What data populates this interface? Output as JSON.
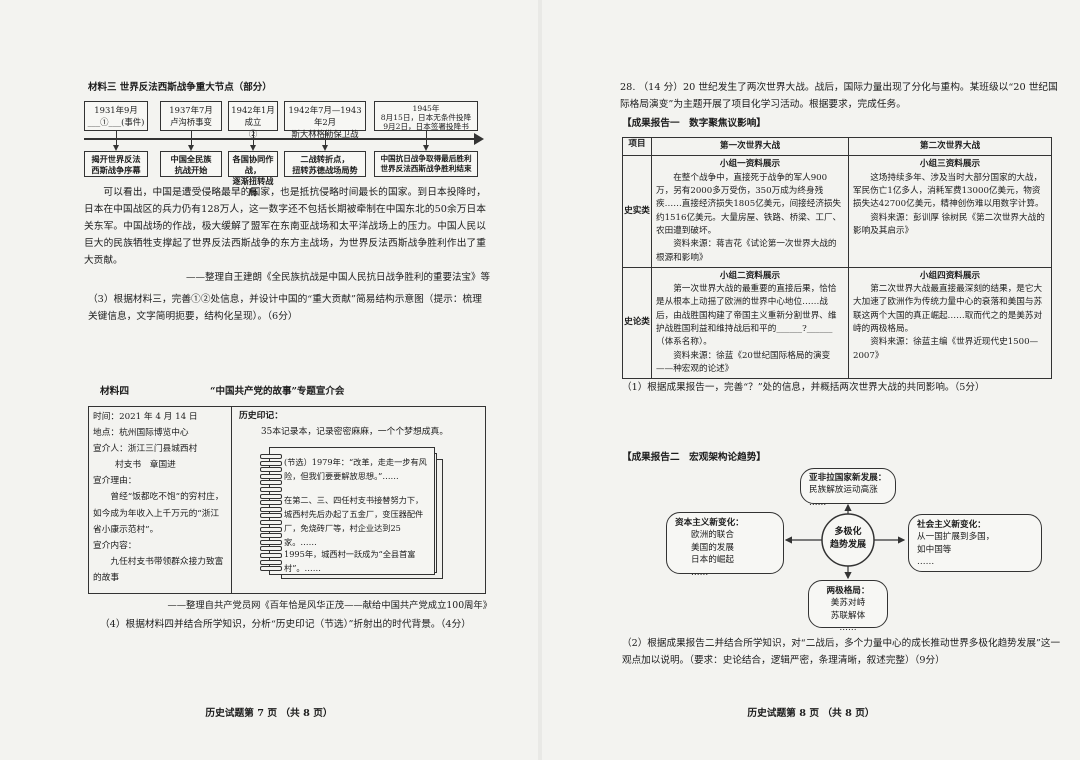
{
  "left_page": {
    "material3": {
      "title": "材料三  世界反法西斯战争重大节点（部分）",
      "timeline_top": [
        "1931年9月\n___①___(事件)",
        "1937年7月\n卢沟桥事变",
        "1942年1月\n成立___②___",
        "1942年7月—1943年2月\n斯大林格勒保卫战",
        "1945年\n8月15日，日本无条件投降\n9月2日，日本签署投降书"
      ],
      "timeline_bottom": [
        "揭开世界反法\n西斯战争序幕",
        "中国全民族\n抗战开始",
        "各国协同作战，\n逐渐扭转战局",
        "二战转折点，\n扭转苏德战场局势",
        "中国抗日战争取得最后胜利\n世界反法西斯战争胜利结束"
      ],
      "paragraph": "可以看出，中国是遭受侵略最早的国家，也是抵抗侵略时间最长的国家。到日本投降时，日本在中国战区的兵力仍有128万人，这一数字还不包括长期被牵制在中国东北的50余万日本关东军。中国战场的作战，极大缓解了盟军在东南亚战场和太平洋战场上的压力。中国人民以巨大的民族牺牲支撑起了世界反法西斯战争的东方主战场，为世界反法西斯战争胜利作出了重大贡献。",
      "source": "——整理自王建朗《全民族抗战是中国人民抗日战争胜利的重要法宝》等",
      "question": "（3）根据材料三，完善①②处信息，并设计中国的“重大贡献”简易结构示意图（提示：梳理关键信息，文字简明扼要，结构化呈现）。（6分）"
    },
    "material4": {
      "title": "材料四",
      "subtitle": "“中国共产党的故事”专题宣介会",
      "info": [
        "时间：2021 年 4 月 14 日",
        "地点：杭州国际博览中心",
        "宣介人：浙江三门县城西村",
        "村支书　章国进",
        "宣介理由：",
        "曾经“饭都吃不饱”的穷村庄，如今成为年收入上千万元的“浙江省小康示范村”。",
        "宣介内容：",
        "九任村支书带领群众接力致富的故事"
      ],
      "memory_heading": "历史印记：",
      "memory_intro": "35本记录本，记录密密麻麻，一个个梦想成真。",
      "excerpt": [
        "(节选）1979年：“改革，走走一步有风险，但我们要要解放思想。”……",
        "在第二、三、四任村支书接替努力下，城西村先后办起了五金厂，变压器配件厂，免烧砖厂等，村企业达到25家。……",
        "1995年，城西村一跃成为“全县首富村”。……"
      ],
      "source": "——整理自共产党员网《百年恰是风华正茂——献给中国共产党成立100周年》",
      "question": "（4）根据材料四并结合所学知识，分析“历史印记（节选）”折射出的时代背景。（4分）"
    },
    "footer": "历史试题第 7 页 （共 8 页）"
  },
  "right_page": {
    "q28_intro": "28. （14 分）20 世纪发生了两次世界大战。战后，国际力量出现了分化与重构。某班级以“20 世纪国际格局演变”为主题开展了项目化学习活动。根据要求，完成任务。",
    "report1": {
      "title": "【成果报告一　数字聚焦议影响】",
      "header": [
        "项目",
        "第一次世界大战",
        "第二次世界大战"
      ],
      "row1_label": "史实类",
      "row2_label": "史论类",
      "g1": {
        "title": "小组一资料展示",
        "body": "在整个战争中，直接死于战争的军人900万，另有2000多万受伤，350万成为终身残疾……直接经济损失1805亿美元，间接经济损失约1516亿美元。大量房屋、铁路、桥梁、工厂、农田遭到破坏。",
        "src": "资料来源：蒋吉花《试论第一次世界大战的根源和影响》"
      },
      "g2": {
        "title": "小组二资料展示",
        "body": "第一次世界大战的最重要的直接后果，恰恰是从根本上动摇了欧洲的世界中心地位……战后，由战胜国构建了帝国主义重新分割世界、维护战胜国利益和维持战后和平的______?______（体系名称）。",
        "src": "资料来源：徐蓝《20世纪国际格局的演变——种宏观的论述》"
      },
      "g3": {
        "title": "小组三资料展示",
        "body": "这场持续多年、涉及当时大部分国家的大战，军民伤亡1亿多人，消耗军费13000亿美元，物资损失达42700亿美元，精神创伤难以用数字计算。",
        "src": "资料来源：彭训厚 徐树民《第二次世界大战的影响及其启示》"
      },
      "g4": {
        "title": "小组四资料展示",
        "body": "第二次世界大战最直接最深刻的结果，是它大大加速了欧洲作为传统力量中心的衰落和美国与苏联这两个大国的真正崛起……取而代之的是美苏对峙的两极格局。",
        "src": "资料来源：徐蓝主编《世界近现代史1500—2007》"
      },
      "question": "（1）根据成果报告一，完善“？”处的信息，并概括两次世界大战的共同影响。（5分）"
    },
    "report2": {
      "title": "【成果报告二　宏观架构论趋势】",
      "center": "多极化\n趋势发展",
      "top": {
        "title": "亚非拉国家新发展：",
        "body": "民族解放运动高涨\n……"
      },
      "left": {
        "title": "资本主义新变化：",
        "body": "欧洲的联合\n美国的发展\n日本的崛起\n……"
      },
      "right": {
        "title": "社会主义新变化：",
        "body": "从一国扩展到多国，\n如中国等\n……"
      },
      "bottom": {
        "title": "两极格局：",
        "body": "美苏对峙\n苏联解体\n……"
      },
      "question": "（2）根据成果报告二并结合所学知识，对“二战后，多个力量中心的成长推动世界多极化趋势发展”这一观点加以说明。（要求：史论结合，逻辑严密，条理清晰，叙述完整）（9分）"
    },
    "footer": "历史试题第 8 页 （共 8 页）"
  }
}
